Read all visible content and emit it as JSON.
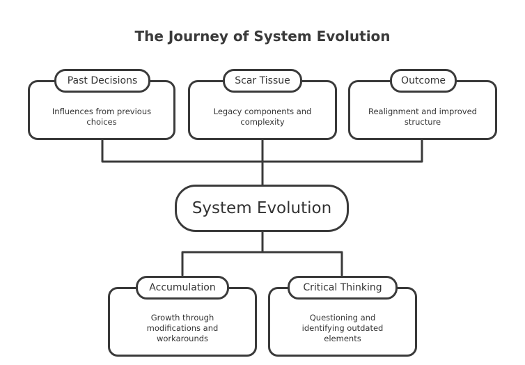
{
  "title": "The Journey of System Evolution",
  "center": {
    "label": "System Evolution"
  },
  "top_nodes": [
    {
      "label": "Past Decisions",
      "description": "Influences from previous choices"
    },
    {
      "label": "Scar Tissue",
      "description": "Legacy components and complexity"
    },
    {
      "label": "Outcome",
      "description": "Realignment and improved structure"
    }
  ],
  "bottom_nodes": [
    {
      "label": "Accumulation",
      "description": "Growth through modifications and workarounds"
    },
    {
      "label": "Critical Thinking",
      "description": "Questioning and identifying outdated elements"
    }
  ],
  "colors": {
    "stroke": "#3a3a3a",
    "text": "#333333",
    "background": "#ffffff"
  }
}
